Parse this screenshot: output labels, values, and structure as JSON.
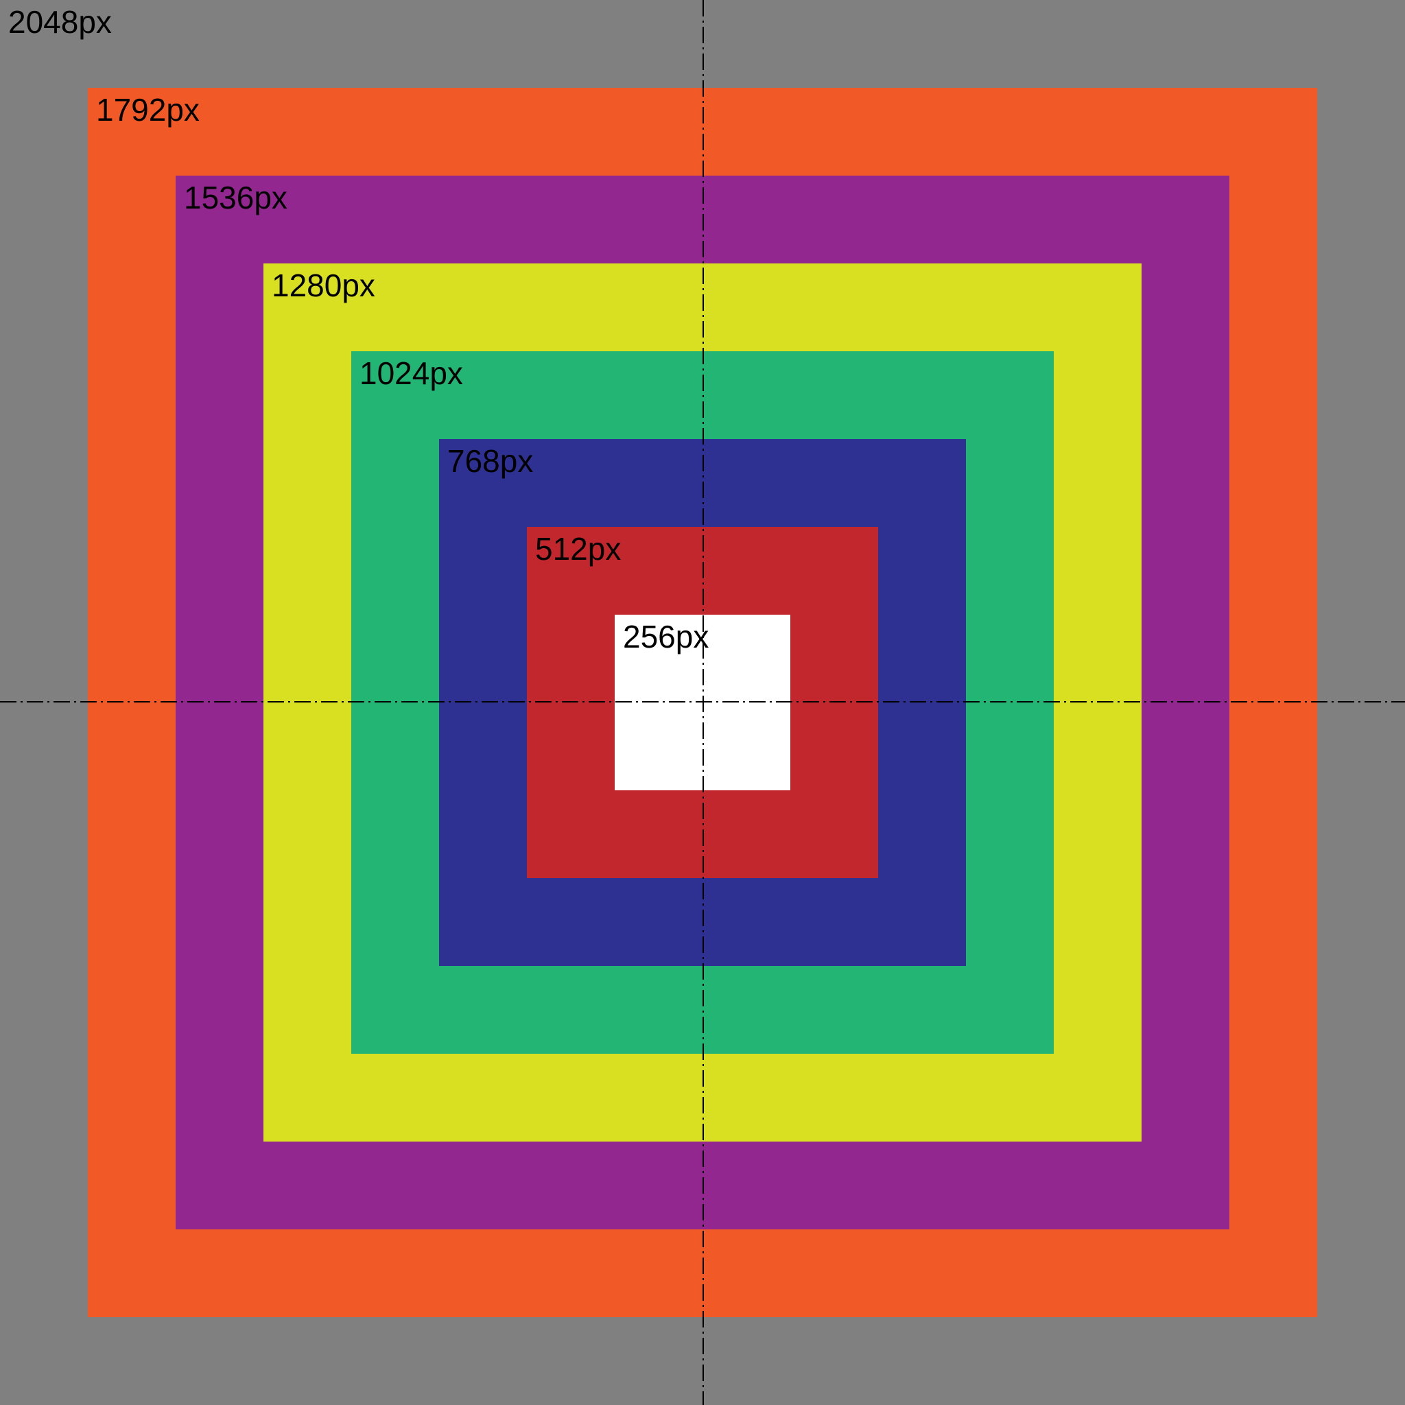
{
  "squares": [
    {
      "label": "2048px",
      "color": "#808080"
    },
    {
      "label": "1792px",
      "color": "#F15A27"
    },
    {
      "label": "1536px",
      "color": "#92278F"
    },
    {
      "label": "1280px",
      "color": "#D9E021"
    },
    {
      "label": "1024px",
      "color": "#22B573"
    },
    {
      "label": "768px",
      "color": "#2E3192"
    },
    {
      "label": "512px",
      "color": "#C1272D"
    },
    {
      "label": "256px",
      "color": "#FFFFFF"
    }
  ],
  "guide_line_color": "#000000"
}
